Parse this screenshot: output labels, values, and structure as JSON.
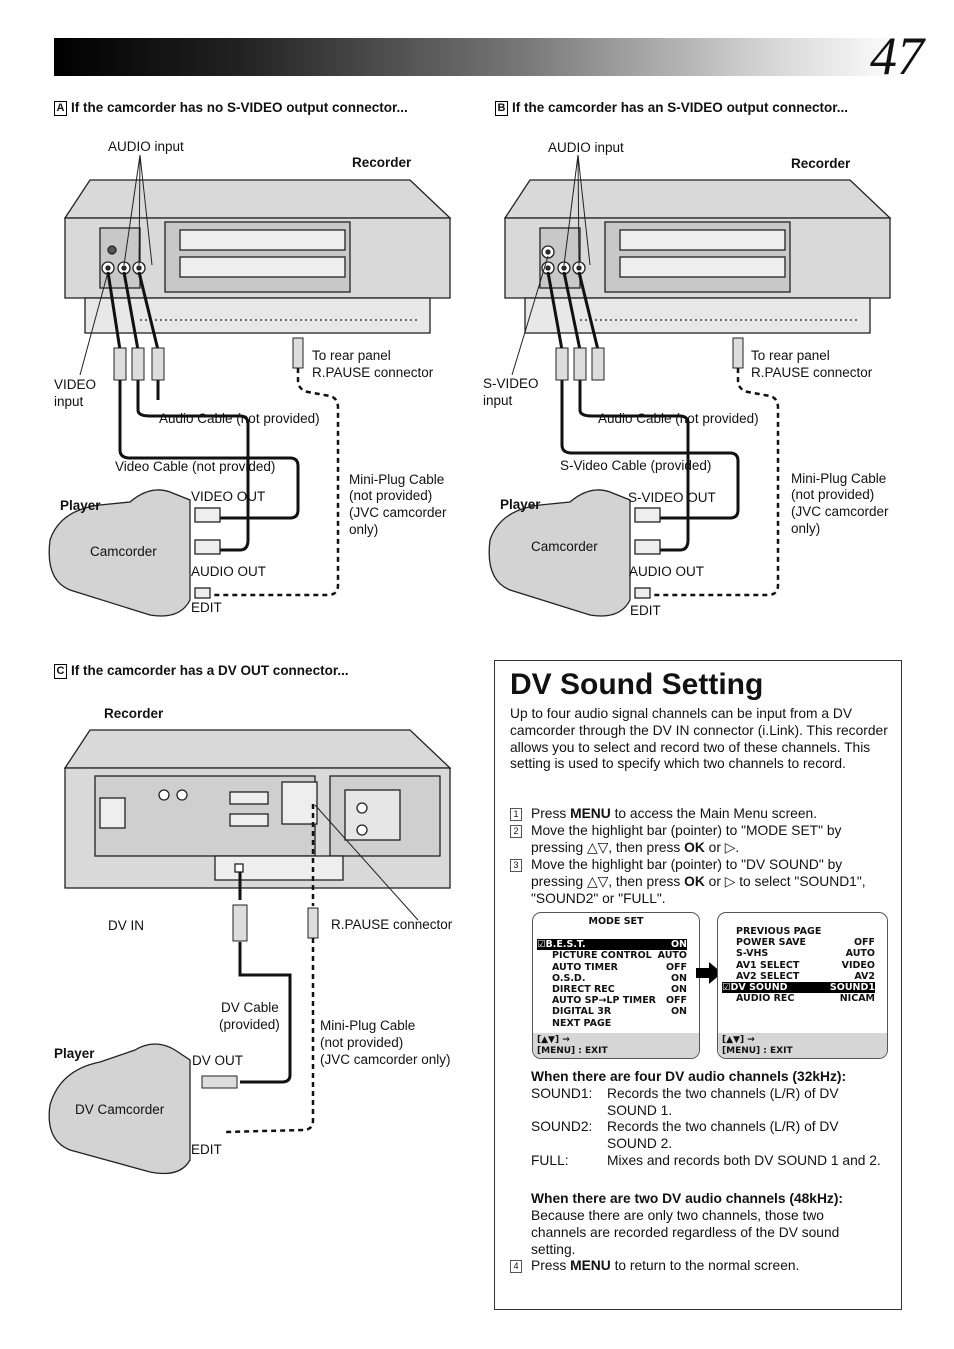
{
  "page_number": "47",
  "section_a": {
    "letter": "A",
    "heading": "If the camcorder has no S-VIDEO output connector...",
    "labels": {
      "audio_input": "AUDIO input",
      "recorder": "Recorder",
      "to_rear_panel": "To rear panel",
      "rpause_connector": "R.PAUSE connector",
      "video_input_1": "VIDEO",
      "video_input_2": "input",
      "audio_cable": "Audio Cable (not provided)",
      "video_cable": "Video Cable (not provided)",
      "player": "Player",
      "video_out": "VIDEO OUT",
      "camcorder": "Camcorder",
      "audio_out": "AUDIO OUT",
      "edit": "EDIT",
      "mini_plug_1": "Mini-Plug Cable",
      "mini_plug_2": "(not provided)",
      "mini_plug_3": "(JVC camcorder",
      "mini_plug_4": "only)"
    }
  },
  "section_b": {
    "letter": "B",
    "heading": "If the camcorder has an S-VIDEO output connector...",
    "labels": {
      "audio_input": "AUDIO input",
      "recorder": "Recorder",
      "to_rear_panel": "To rear panel",
      "rpause_connector": "R.PAUSE connector",
      "svideo_input_1": "S-VIDEO",
      "svideo_input_2": "input",
      "audio_cable": "Audio Cable (not provided)",
      "svideo_cable": "S-Video Cable (provided)",
      "player": "Player",
      "svideo_out": "S-VIDEO OUT",
      "camcorder": "Camcorder",
      "audio_out": "AUDIO OUT",
      "edit": "EDIT",
      "mini_plug_1": "Mini-Plug Cable",
      "mini_plug_2": "(not provided)",
      "mini_plug_3": "(JVC camcorder",
      "mini_plug_4": "only)"
    }
  },
  "section_c": {
    "letter": "C",
    "heading": "If the camcorder has a DV OUT connector...",
    "labels": {
      "recorder": "Recorder",
      "dv_in": "DV IN",
      "rpause_connector": "R.PAUSE connector",
      "dv_cable_1": "DV Cable",
      "dv_cable_2": "(provided)",
      "mini_plug_1": "Mini-Plug Cable",
      "mini_plug_2": "(not provided)",
      "mini_plug_3": "(JVC camcorder only)",
      "player": "Player",
      "dv_out": "DV OUT",
      "dv_camcorder": "DV Camcorder",
      "edit": "EDIT"
    }
  },
  "dv_sound": {
    "title": "DV Sound Setting",
    "intro": "Up to four audio signal channels can be input from a DV camcorder through the DV IN connector (i.Link). This recorder allows you to select and record two of these channels. This setting is used to specify which two channels to record.",
    "steps": [
      {
        "num": "1",
        "a": "Press ",
        "b": "MENU",
        "c": " to access the Main Menu screen."
      },
      {
        "num": "2",
        "a": "Move the highlight bar (pointer) to \"MODE SET\" by pressing △▽, then press ",
        "b": "OK",
        "c": " or ▷."
      },
      {
        "num": "3",
        "a": "Move the highlight bar (pointer) to \"DV SOUND\" by pressing △▽, then press ",
        "b": "OK",
        "c": " or ▷ to select \"SOUND1\", \"SOUND2\" or \"FULL\"."
      },
      {
        "num": "4",
        "a": "Press ",
        "b": "MENU",
        "c": " to return to the normal screen."
      }
    ],
    "osd_left": {
      "title": "MODE SET",
      "rows": [
        {
          "label": "B.E.S.T.",
          "value": "ON"
        },
        {
          "label": "PICTURE CONTROL",
          "value": "AUTO"
        },
        {
          "label": "AUTO TIMER",
          "value": "OFF"
        },
        {
          "label": "O.S.D.",
          "value": "ON"
        },
        {
          "label": "DIRECT REC",
          "value": "ON"
        },
        {
          "label": "AUTO SP→LP TIMER",
          "value": "OFF"
        },
        {
          "label": "DIGITAL 3R",
          "value": "ON"
        },
        {
          "label": "NEXT PAGE",
          "value": ""
        }
      ],
      "footer_1": "[▲▼] →",
      "footer_2": "[MENU] : EXIT"
    },
    "osd_right": {
      "rows": [
        {
          "label": "PREVIOUS PAGE",
          "value": ""
        },
        {
          "label": "POWER SAVE",
          "value": "OFF"
        },
        {
          "label": "S-VHS",
          "value": "AUTO"
        },
        {
          "label": "AV1 SELECT",
          "value": "VIDEO"
        },
        {
          "label": "AV2 SELECT",
          "value": "AV2"
        },
        {
          "label": "DV SOUND",
          "value": "SOUND1"
        },
        {
          "label": "AUDIO REC",
          "value": "NICAM"
        }
      ],
      "footer_1": "[▲▼] →",
      "footer_2": "[MENU] : EXIT"
    },
    "four_ch_heading": "When there are four DV audio channels (32kHz):",
    "four_ch": [
      {
        "term": "SOUND1:",
        "desc": "Records the two channels (L/R) of DV SOUND 1."
      },
      {
        "term": "SOUND2:",
        "desc": "Records the two channels (L/R) of DV SOUND 2."
      },
      {
        "term": "FULL:",
        "desc": "Mixes and records both DV SOUND 1 and 2."
      }
    ],
    "two_ch_heading": "When there are two DV audio channels (48kHz):",
    "two_ch_text": "Because there are only two channels, those two channels are recorded regardless of the DV sound setting."
  }
}
